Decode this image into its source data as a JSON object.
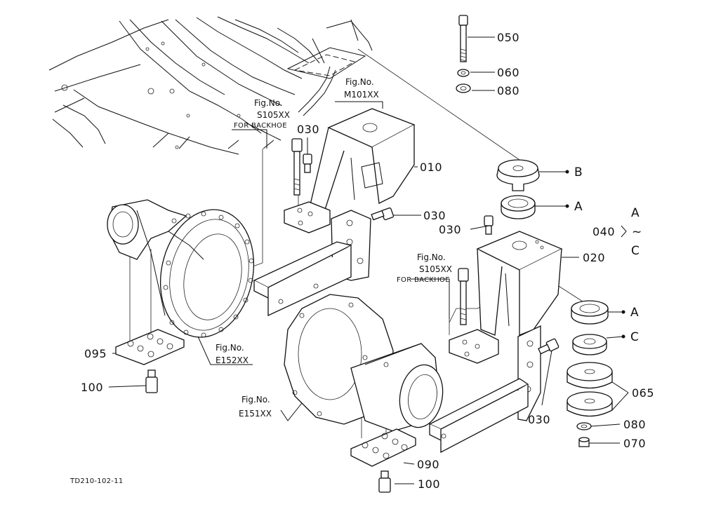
{
  "parts": {
    "p050": "050",
    "p060": "060",
    "p080_top": "080",
    "p010": "010",
    "p030_a": "030",
    "p030_b": "030",
    "p030_c": "030",
    "p030_d": "030",
    "p020": "020",
    "p040": "040",
    "p095": "095",
    "p100_a": "100",
    "p065": "065",
    "p080_bottom": "080",
    "p070": "070",
    "p090": "090",
    "p100_b": "100"
  },
  "refs": {
    "b_top": "B",
    "a_top": "A",
    "a_mid": "A",
    "c_mid": "C",
    "range_start": "A",
    "range_tilde": "~",
    "range_end": "C"
  },
  "figs": {
    "m101_fig": "Fig.No.",
    "m101_code": "M101XX",
    "s105a_fig": "Fig.No.",
    "s105a_code": "S105XX",
    "s105a_note": "FOR BACKHOE",
    "s105b_fig": "Fig.No.",
    "s105b_code": "S105XX",
    "s105b_note": "FOR BACKHOE",
    "e152_fig": "Fig.No.",
    "e152_code": "E152XX",
    "e151_fig": "Fig.No.",
    "e151_code": "E151XX"
  },
  "drawing_id": "TD210-102-11"
}
